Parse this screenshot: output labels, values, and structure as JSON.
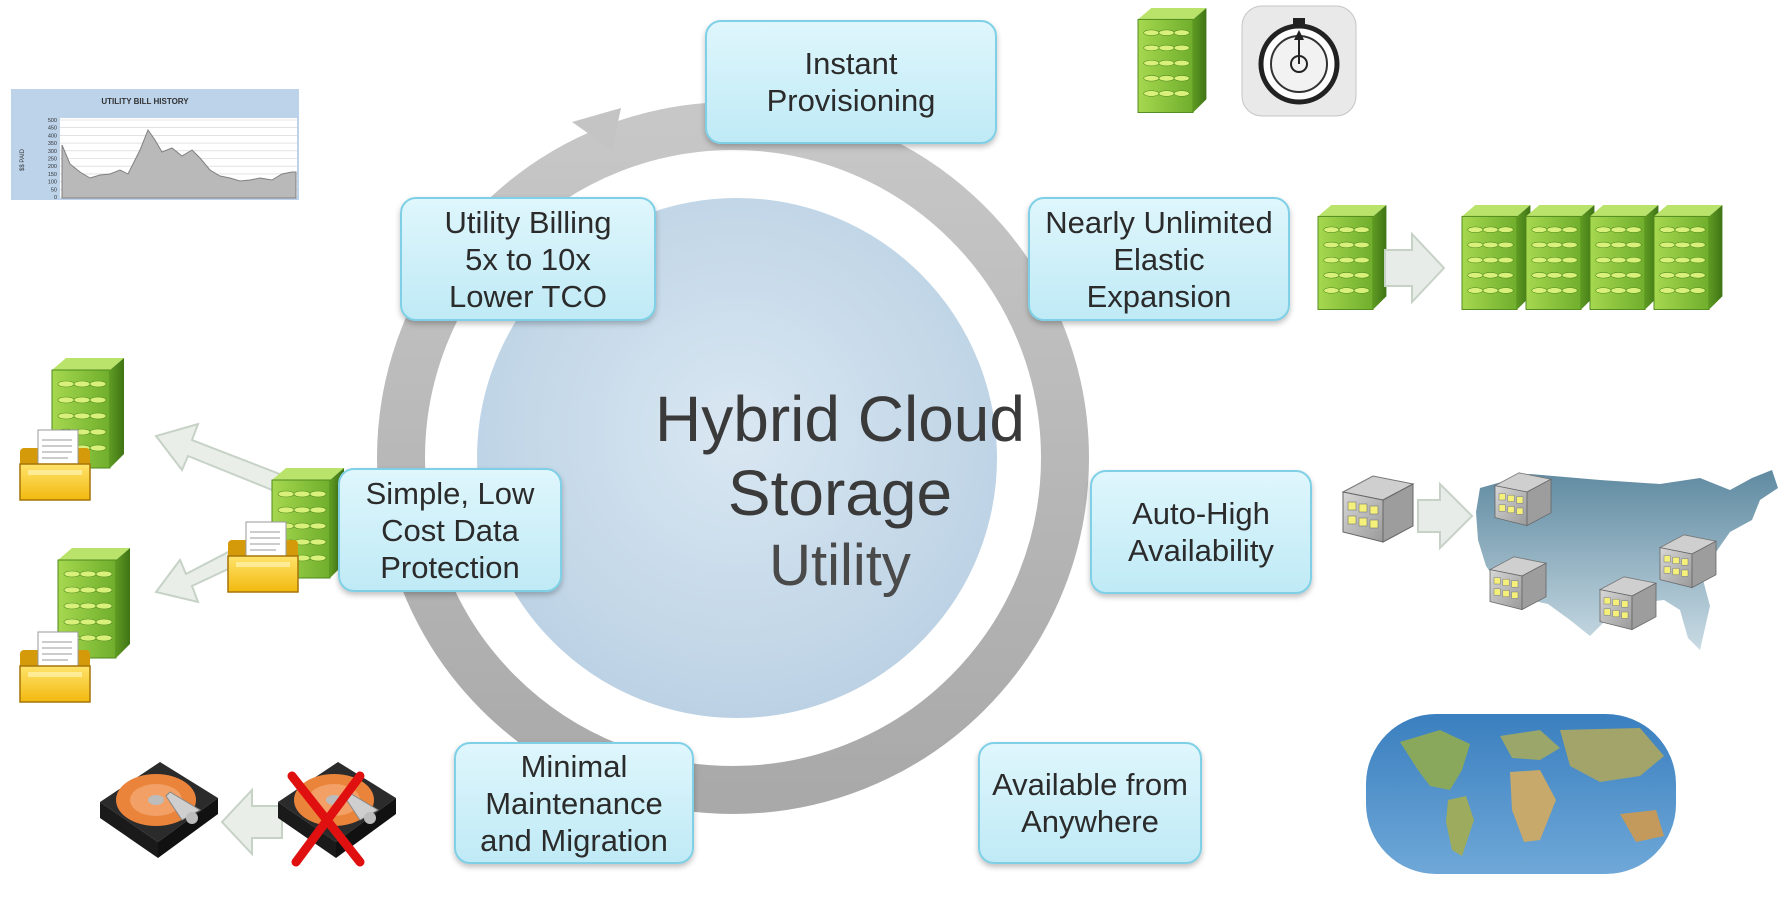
{
  "center": {
    "line1": "Hybrid Cloud",
    "line2": "Storage",
    "line3": "Utility"
  },
  "boxes": {
    "instant_provisioning": "Instant\nProvisioning",
    "elastic_expansion": "Nearly Unlimited\nElastic\nExpansion",
    "high_availability": "Auto-High\nAvailability",
    "available_anywhere": "Available from\nAnywhere",
    "maintenance_migration": "Minimal\nMaintenance\nand Migration",
    "data_protection": "Simple, Low\nCost Data\nProtection",
    "utility_billing": "Utility Billing\n5x to 10x\nLower TCO"
  },
  "billing_chart": {
    "title": "UTILITY BILL HISTORY",
    "ylabel": "$$ PAID",
    "yticks": [
      "500",
      "450",
      "400",
      "350",
      "300",
      "250",
      "200",
      "150",
      "100",
      "50",
      "0"
    ]
  },
  "colors": {
    "box_fill": "#c9eef8",
    "box_border": "#7fd0e6",
    "ring": "#b3b3b3",
    "circle": "#c6d9ea",
    "server_green": "#8cc63f"
  }
}
